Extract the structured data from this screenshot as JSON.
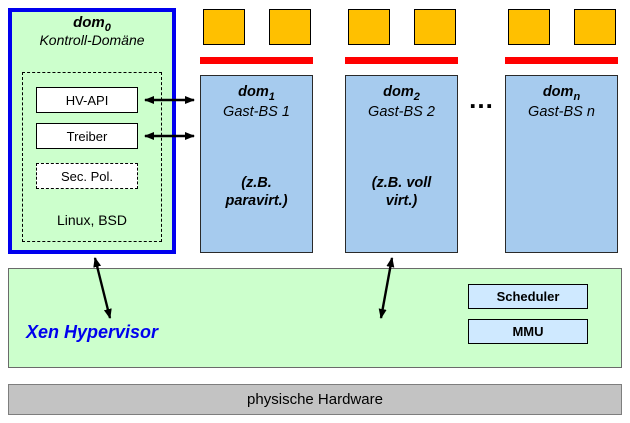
{
  "dom0": {
    "name": "dom",
    "sub": "0",
    "subtitle": "Kontroll-Domäne",
    "modules": {
      "hv_api": "HV-API",
      "treiber": "Treiber",
      "sec_pol": "Sec. Pol."
    },
    "os": "Linux, BSD"
  },
  "guests": [
    {
      "name": "dom",
      "sub": "1",
      "os": "Gast-BS 1",
      "note": "(z.B. paravirt.)"
    },
    {
      "name": "dom",
      "sub": "2",
      "os": "Gast-BS 2",
      "note": "(z.B. voll virt.)"
    },
    {
      "name": "dom",
      "sub": "n",
      "os": "Gast-BS n",
      "note": ""
    }
  ],
  "ellipsis": "...",
  "hypervisor": {
    "title": "Xen Hypervisor",
    "scheduler": "Scheduler",
    "mmu": "MMU"
  },
  "hardware": "physische Hardware",
  "colors": {
    "dom0_fill": "#ccffcc",
    "dom0_border": "#0000ee",
    "guest_fill": "#a6cbee",
    "app_square": "#ffc000",
    "red_bar": "#ff0000",
    "hypervisor_fill": "#ccffcc",
    "component_fill": "#cfe9ff",
    "hardware_fill": "#c3c3c3",
    "xen_title_text": "#0000ee"
  }
}
